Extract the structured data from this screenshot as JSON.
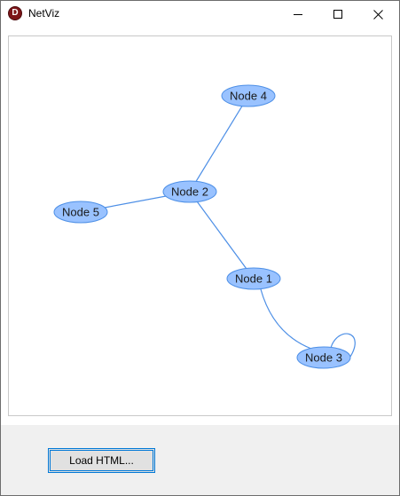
{
  "window": {
    "title": "NetViz",
    "icon_name": "netviz-app-icon",
    "icon_letter": "D"
  },
  "graph": {
    "node_fill": "#99c2ff",
    "node_stroke": "#4d8fe6",
    "edge_color": "#4d8fe6",
    "nodes": [
      {
        "id": "n4",
        "label": "Node 4"
      },
      {
        "id": "n2",
        "label": "Node 2"
      },
      {
        "id": "n5",
        "label": "Node 5"
      },
      {
        "id": "n1",
        "label": "Node 1"
      },
      {
        "id": "n3",
        "label": "Node 3"
      }
    ],
    "edges": [
      {
        "from": "n2",
        "to": "n4"
      },
      {
        "from": "n2",
        "to": "n5"
      },
      {
        "from": "n2",
        "to": "n1"
      },
      {
        "from": "n1",
        "to": "n3"
      },
      {
        "from": "n3",
        "to": "n3"
      }
    ]
  },
  "controls": {
    "load_button_label": "Load HTML..."
  }
}
